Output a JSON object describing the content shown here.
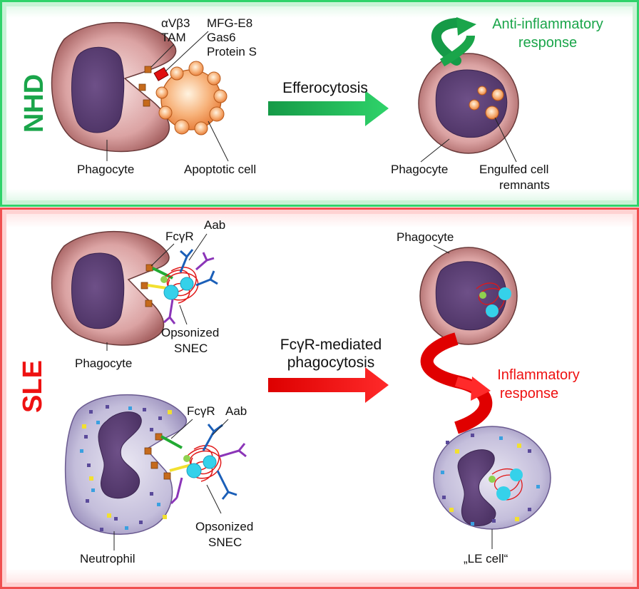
{
  "panels": {
    "nhd": {
      "label": "NHD",
      "border_color": "#2fd36a"
    },
    "sle": {
      "label": "SLE",
      "border_color": "#f05050"
    }
  },
  "nhd": {
    "receptors": [
      "αVβ3",
      "TAM"
    ],
    "ligands": [
      "MFG-E8",
      "Gas6",
      "Protein S"
    ],
    "phagocyte_label": "Phagocyte",
    "apoptotic_label": "Apoptotic cell",
    "arrow_label": "Efferocytosis",
    "result_phagocyte_label": "Phagocyte",
    "remnants_label_line1": "Engulfed cell",
    "remnants_label_line2": "remnants",
    "response_line1": "Anti-inflammatory",
    "response_line2": "response"
  },
  "sle": {
    "fcgr_label_top": "FcγR",
    "aab_label_top": "Aab",
    "opsonized_top_line1": "Opsonized",
    "opsonized_top_line2": "SNEC",
    "phagocyte_label": "Phagocyte",
    "fcgr_label_bottom": "FcγR",
    "aab_label_bottom": "Aab",
    "opsonized_bottom_line1": "Opsonized",
    "opsonized_bottom_line2": "SNEC",
    "neutrophil_label": "Neutrophil",
    "arrow_label_line1": "FcγR-mediated",
    "arrow_label_line2": "phagocytosis",
    "result_phagocyte_label": "Phagocyte",
    "le_cell_label": "„LE cell“",
    "response_line1": "Inflammatory",
    "response_line2": "response"
  }
}
